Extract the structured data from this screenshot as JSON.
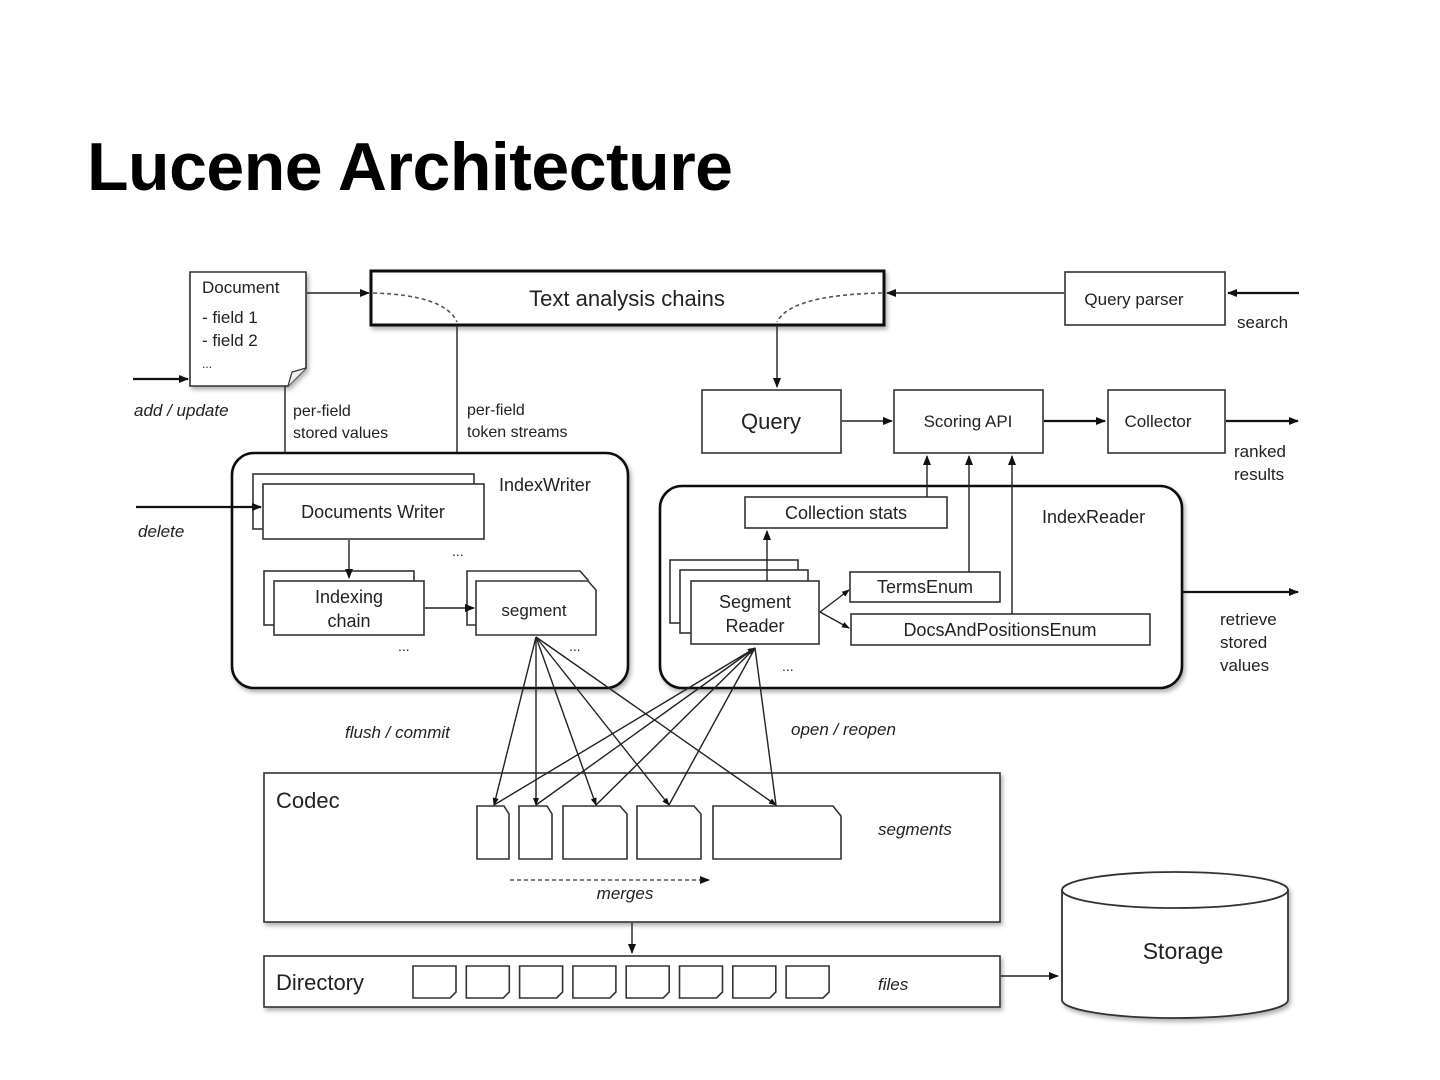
{
  "title": "Lucene Architecture",
  "document": {
    "label": "Document",
    "fields": [
      "- field 1",
      "- field 2",
      "..."
    ]
  },
  "text_analysis": "Text analysis chains",
  "query_parser": "Query parser",
  "search_label": "search",
  "add_update_label": "add / update",
  "per_field_stored": [
    "per-field",
    "stored values"
  ],
  "per_field_tokens": [
    "per-field",
    "token streams"
  ],
  "query": "Query",
  "scoring_api": "Scoring API",
  "collector": "Collector",
  "ranked_results": [
    "ranked",
    "results"
  ],
  "index_writer": {
    "label": "IndexWriter",
    "documents_writer": "Documents Writer",
    "indexing_chain": [
      "Indexing",
      "chain"
    ],
    "segment": "segment",
    "ellipsis": "..."
  },
  "delete_label": "delete",
  "index_reader": {
    "label": "IndexReader",
    "collection_stats": "Collection stats",
    "segment_reader": [
      "Segment",
      "Reader"
    ],
    "terms_enum": "TermsEnum",
    "docs_positions_enum": "DocsAndPositionsEnum",
    "ellipsis": "..."
  },
  "retrieve_stored": [
    "retrieve",
    "stored",
    "values"
  ],
  "flush_commit": "flush / commit",
  "open_reopen": "open / reopen",
  "codec": {
    "label": "Codec",
    "segments_label": "segments",
    "merges_label": "merges"
  },
  "directory": {
    "label": "Directory",
    "files_label": "files"
  },
  "storage": "Storage"
}
